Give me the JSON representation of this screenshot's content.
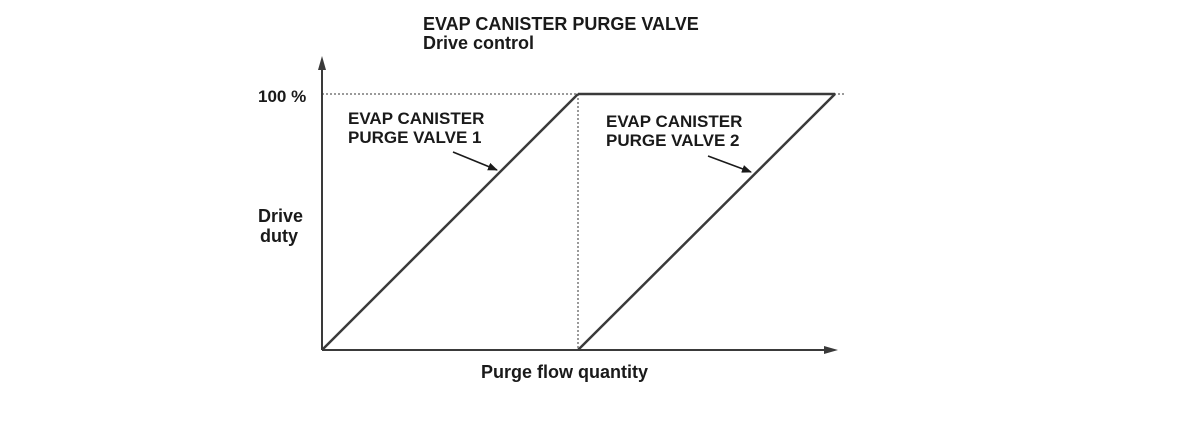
{
  "title": {
    "line1": "EVAP CANISTER PURGE VALVE",
    "line2": "Drive control"
  },
  "axes": {
    "y_max_label": "100 %",
    "y_label_line1": "Drive",
    "y_label_line2": "duty",
    "x_label": "Purge flow quantity"
  },
  "valves": [
    {
      "label_line1": "EVAP CANISTER",
      "label_line2": "PURGE VALVE 1"
    },
    {
      "label_line1": "EVAP CANISTER",
      "label_line2": "PURGE VALVE 2"
    }
  ],
  "colors": {
    "line": "#3a3a3a",
    "text": "#1a1a1a",
    "guide": "#9a9a9a"
  }
}
